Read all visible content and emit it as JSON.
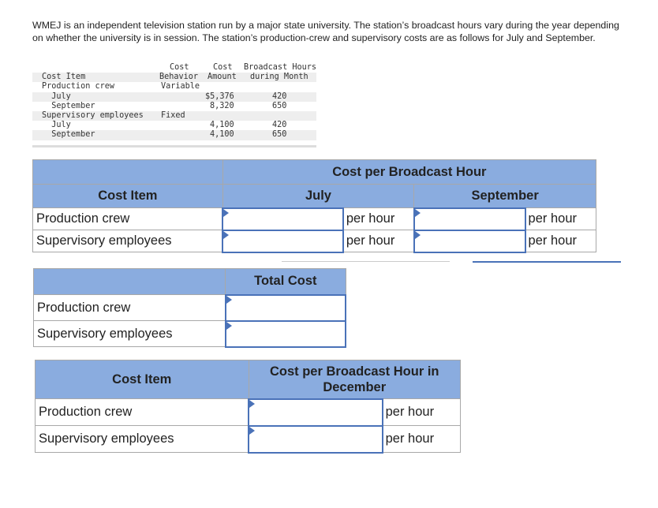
{
  "intro": "WMEJ is an independent television station run by a major state university. The station’s broadcast hours vary during the year depending on whether the university is in session. The station’s production-crew and supervisory costs are as follows for July and September.",
  "data_table": {
    "headers": {
      "item": "Cost Item",
      "behavior_1": "Cost",
      "behavior_2": "Behavior",
      "amount_1": "Cost",
      "amount_2": "Amount",
      "hours_1": "Broadcast Hours",
      "hours_2": "during Month"
    },
    "rows": [
      {
        "item": "Production crew",
        "behavior": "Variable",
        "amount": "",
        "hours": ""
      },
      {
        "item": "  July",
        "behavior": "",
        "amount": "$5,376",
        "hours": "420"
      },
      {
        "item": "  September",
        "behavior": "",
        "amount": "8,320",
        "hours": "650"
      },
      {
        "item": "Supervisory employees",
        "behavior": "Fixed",
        "amount": "",
        "hours": ""
      },
      {
        "item": "  July",
        "behavior": "",
        "amount": "4,100",
        "hours": "420"
      },
      {
        "item": "  September",
        "behavior": "",
        "amount": "4,100",
        "hours": "650"
      }
    ]
  },
  "table1": {
    "group_header": "Cost per Broadcast Hour",
    "col_item": "Cost Item",
    "col_july": "July",
    "col_september": "September",
    "rows": [
      {
        "label": "Production crew",
        "july_value": "",
        "july_unit": "per hour",
        "sep_value": "",
        "sep_unit": "per hour"
      },
      {
        "label": "Supervisory employees",
        "july_value": "",
        "july_unit": "per hour",
        "sep_value": "",
        "sep_unit": "per hour"
      }
    ]
  },
  "table2": {
    "col_total": "Total Cost",
    "rows": [
      {
        "label": "Production crew",
        "value": ""
      },
      {
        "label": "Supervisory employees",
        "value": ""
      }
    ]
  },
  "table3": {
    "col_item": "Cost Item",
    "col_dec": "Cost per Broadcast Hour in December",
    "rows": [
      {
        "label": "Production crew",
        "value": "",
        "unit": "per hour"
      },
      {
        "label": "Supervisory employees",
        "value": "",
        "unit": "per hour"
      }
    ]
  },
  "colors": {
    "header_blue": "#8aacdf",
    "input_border": "#4a72b8"
  }
}
